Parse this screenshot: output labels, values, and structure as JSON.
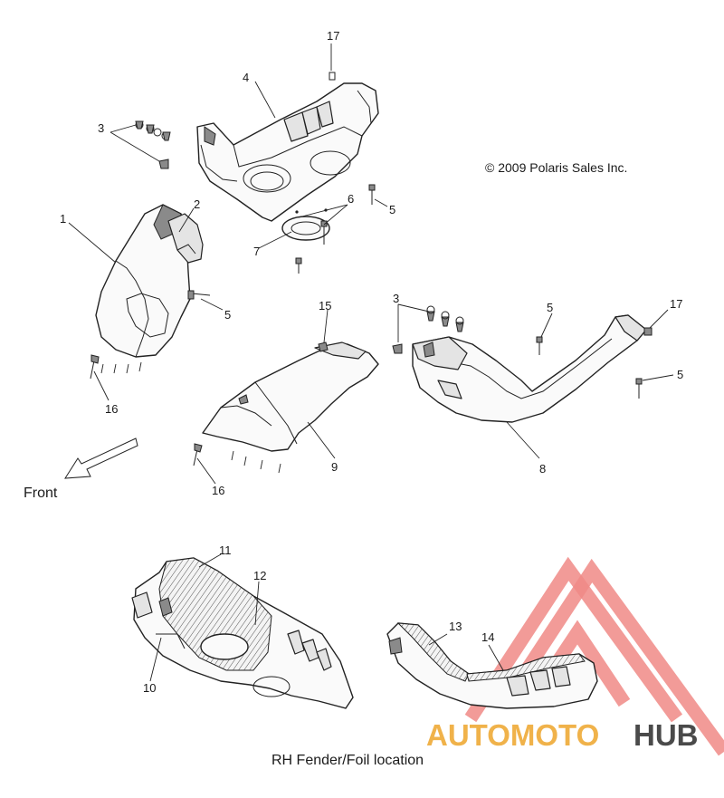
{
  "copyright": "© 2009 Polaris Sales Inc.",
  "front_label": "Front",
  "caption": "RH Fender/Foil location",
  "watermark": {
    "part1": "AUTOMOTO",
    "part2": "HUB",
    "color1": "#f0b24a",
    "color2": "#4a4a4a",
    "logo_color": "#f08a86"
  },
  "callouts": {
    "c1": "1",
    "c2": "2",
    "c3a": "3",
    "c3b": "3",
    "c4": "4",
    "c5a": "5",
    "c5b": "5",
    "c5c": "5",
    "c5d": "5",
    "c6": "6",
    "c7": "7",
    "c8": "8",
    "c9": "9",
    "c10": "10",
    "c11": "11",
    "c12": "12",
    "c13": "13",
    "c14": "14",
    "c15": "15",
    "c16a": "16",
    "c16b": "16",
    "c17a": "17",
    "c17b": "17"
  }
}
